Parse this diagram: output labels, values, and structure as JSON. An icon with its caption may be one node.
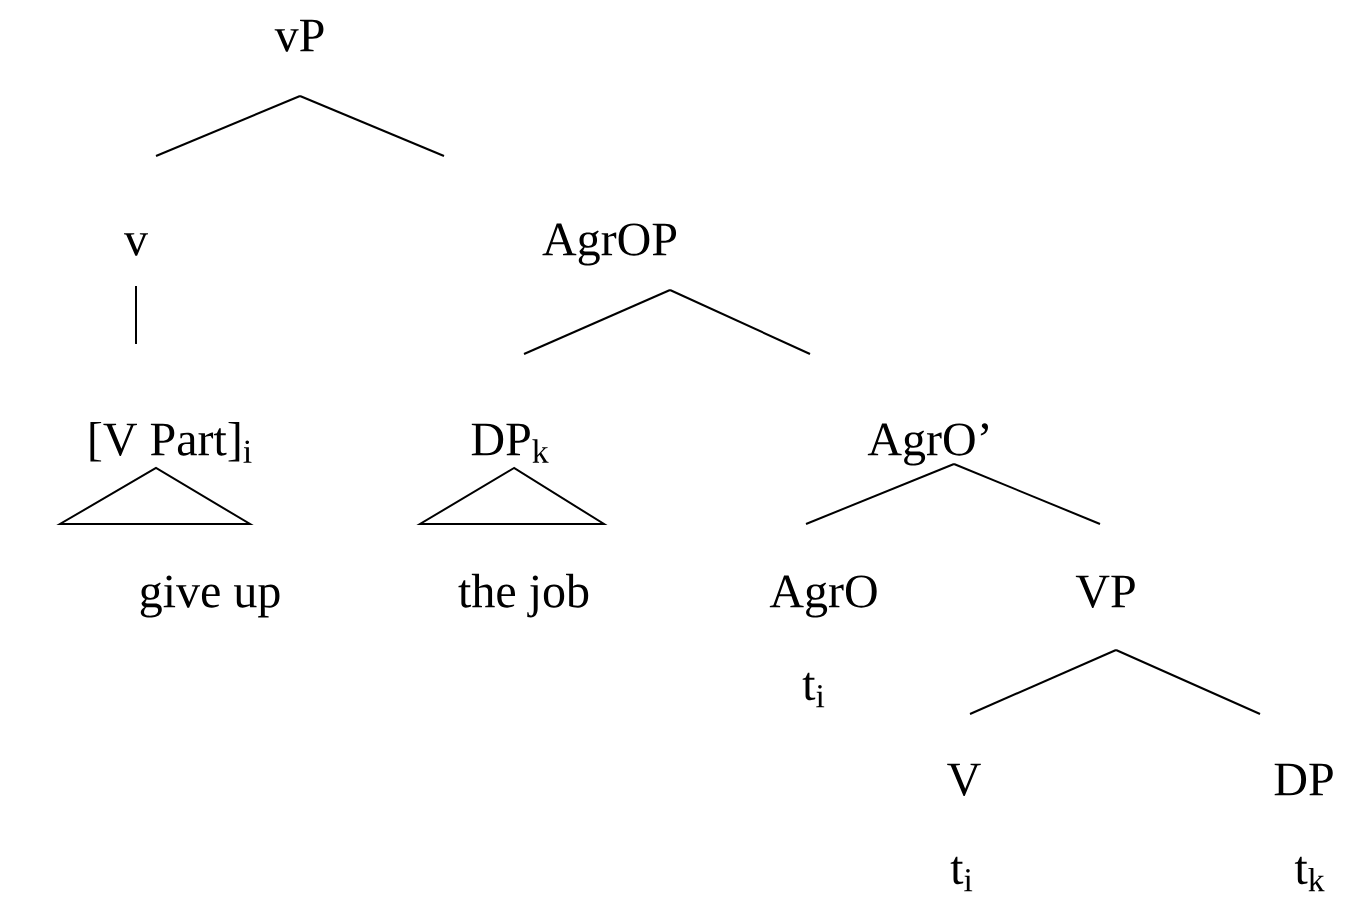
{
  "diagram": {
    "nodes": [
      {
        "text": [
          "vP"
        ]
      },
      {
        "text": [
          "v"
        ]
      },
      {
        "text": [
          "AgrOP"
        ]
      },
      {
        "text": [
          "[V  Part]$_{i}$"
        ]
      },
      {
        "text": [
          "DP$_{k}$"
        ]
      },
      {
        "text": [
          "AgrO’"
        ]
      },
      {
        "text": [
          "give up"
        ]
      },
      {
        "text": [
          "the job"
        ]
      },
      {
        "text": [
          "AgrO"
        ],
        "beside": [
          "t$_{i}$"
        ]
      },
      {
        "text": [
          "VP"
        ]
      },
      {
        "text": [
          "V"
        ],
        "beside": [
          "t$_{i}$"
        ]
      },
      {
        "text": [
          "DP"
        ],
        "beside": [
          "t$_{k}$"
        ]
      }
    ],
    "edges": [
      {
        "from": 0,
        "to": 1,
        "arrow": "none"
      },
      {
        "from": 0,
        "to": 2,
        "arrow": "none"
      },
      {
        "from": 1,
        "to": 3,
        "arrow": "none"
      },
      {
        "from": 2,
        "to": 4,
        "arrow": "none"
      },
      {
        "from": 2,
        "to": 5,
        "arrow": "none"
      },
      {
        "from": 3,
        "to": 6,
        "arrow": "none"
      },
      {
        "from": 4,
        "to": 7,
        "arrow": "none"
      },
      {
        "from": 5,
        "to": 8,
        "arrow": "none"
      },
      {
        "from": 5,
        "to": 9,
        "arrow": "none"
      },
      {
        "from": 9,
        "to": 10,
        "arrow": "none"
      },
      {
        "from": 9,
        "to": 11,
        "arrow": "none"
      }
    ]
  }
}
